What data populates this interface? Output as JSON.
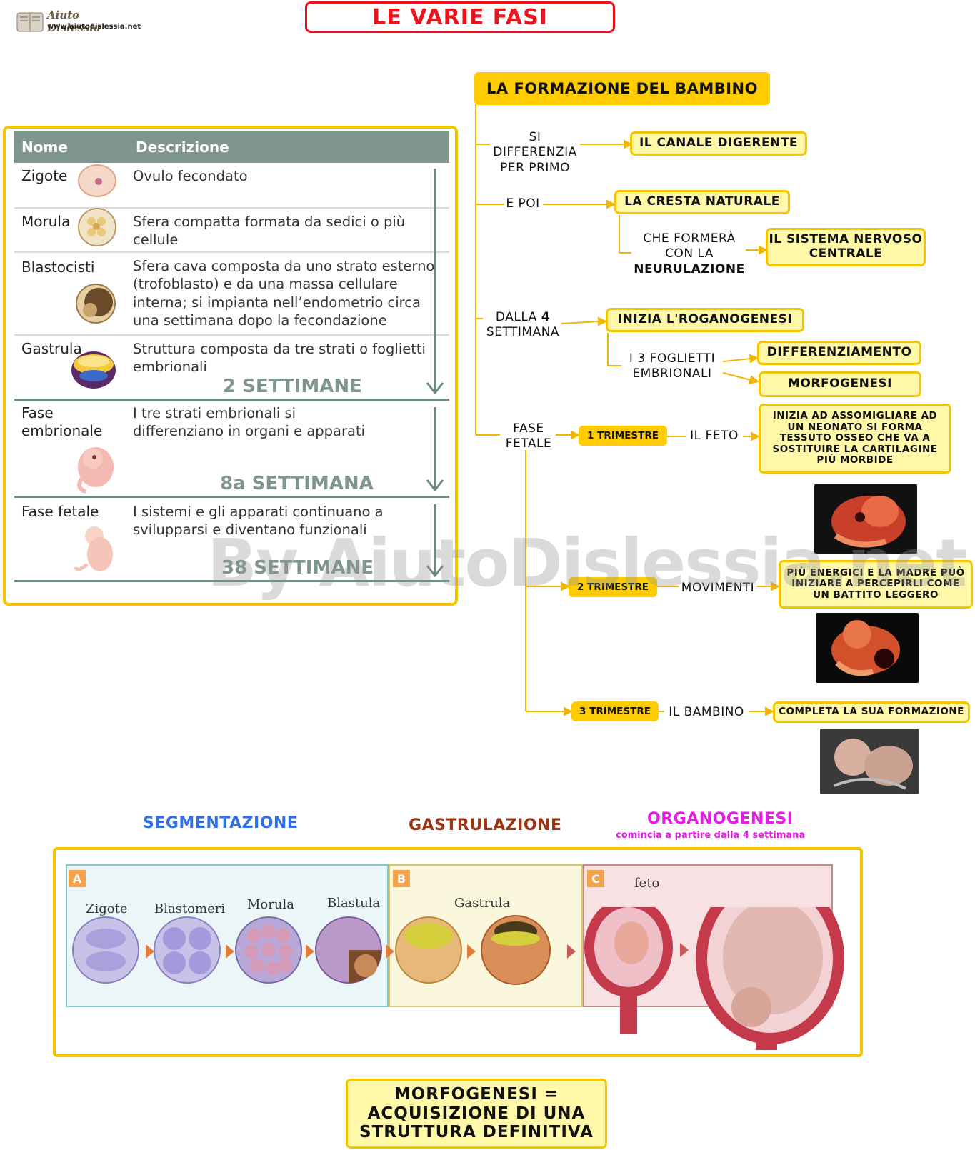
{
  "logo": {
    "title": "Aiuto Dislessia",
    "url": "www.aiutodislessia.net"
  },
  "title": "LE VARIE FASI",
  "watermark": "By AiutoDislessia.net",
  "table": {
    "headers": [
      "Nome",
      "Descrizione"
    ],
    "rows": [
      {
        "name": "Zigote",
        "desc": "Ovulo fecondato"
      },
      {
        "name": "Morula",
        "desc": "Sfera compatta formata da sedici o più cellule"
      },
      {
        "name": "Blastocisti",
        "desc": "Sfera cava composta da uno strato esterno (trofoblasto) e da una massa cellulare interna; si impianta nell’endometrio circa una settimana dopo la fecondazione"
      },
      {
        "name": "Gastrula",
        "desc": "Struttura composta da tre strati o foglietti embrionali"
      },
      {
        "name": "Fase embrionale",
        "desc": "I tre strati embrionali si differenziano in organi e apparati"
      },
      {
        "name": "Fase fetale",
        "desc": "I sistemi e gli apparati continuano a svilupparsi e diventano funzionali"
      }
    ],
    "weeks": [
      "2 SETTIMANE",
      "8a SETTIMANA",
      "38 SETTIMANE"
    ]
  },
  "map": {
    "root": "LA FORMAZIONE DEL BAMBINO",
    "branch1_label": "SI DIFFERENZIA PER PRIMO",
    "branch1_box": "IL CANALE DIGERENTE",
    "branch2_label": "E POI",
    "branch2_box": "LA CRESTA NATURALE",
    "branch2_sub_label_a": "CHE FORMERÀ CON LA",
    "branch2_sub_label_b": "NEURULAZIONE",
    "branch2_sub_box": "IL SISTEMA NERVOSO CENTRALE",
    "branch3_label_a": "DALLA",
    "branch3_label_num": "4",
    "branch3_label_b": "SETTIMANA",
    "branch3_box": "INIZIA L'ROGANOGENESI",
    "branch3_sub_label": "I 3 FOGLIETTI EMBRIONALI",
    "branch3_sub_box1": "DIFFERENZIAMENTO",
    "branch3_sub_box2": "MORFOGENESI",
    "branch4_label": "FASE FETALE",
    "trim1": "1 TRIMESTRE",
    "trim1_label": "IL FETO",
    "trim1_box": "INIZIA AD ASSOMIGLIARE AD UN NEONATO SI FORMA TESSUTO OSSEO CHE VA A SOSTITUIRE LA CARTILAGINE PIÙ MORBIDE",
    "trim2": "2 TRIMESTRE",
    "trim2_label": "MOVIMENTI",
    "trim2_box": "PIÙ ENERGICI E LA MADRE PUÒ INIZIARE A PERCEPIRLI COME UN BATTITO LEGGERO",
    "trim3": "3 TRIMESTRE",
    "trim3_label": "IL BAMBINO",
    "trim3_box": "COMPLETA LA SUA FORMAZIONE"
  },
  "phases": {
    "seg": "SEGMENTAZIONE",
    "gas": "GASTRULAZIONE",
    "org": "ORGANOGENESI",
    "org_note": "comincia a partire dalla 4 settimana",
    "panel_letters": [
      "A",
      "B",
      "C"
    ],
    "labels": [
      "Zigote",
      "Blastomeri",
      "Morula",
      "Blastula",
      "Gastrula",
      "feto"
    ]
  },
  "footer": "MORFOGENESI = ACQUISIZIONE DI UNA STRUTTURA DEFINITIVA",
  "colors": {
    "title": "#e8141e",
    "yellow_fill": "#fff8a8",
    "yellow_border": "#f7c500",
    "orange": "#ffcc00",
    "seg": "#2f6fe8",
    "gas": "#9a3412",
    "org": "#e81ce8",
    "table_head": "#7f9590"
  }
}
